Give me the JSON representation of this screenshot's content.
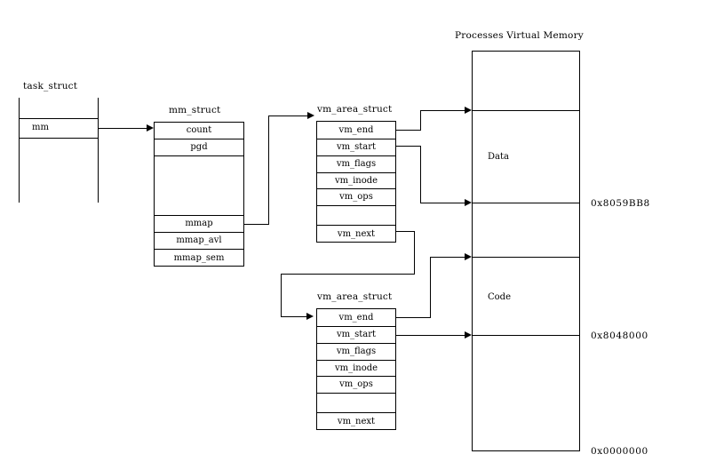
{
  "diagram": {
    "task_struct": {
      "title": "task_struct",
      "fields": [
        "mm"
      ]
    },
    "mm_struct": {
      "title": "mm_struct",
      "fields": [
        "count",
        "pgd",
        "",
        "mmap",
        "mmap_avl",
        "mmap_sem"
      ]
    },
    "vma_first": {
      "title": "vm_area_struct",
      "fields": [
        "vm_end",
        "vm_start",
        "vm_flags",
        "vm_inode",
        "vm_ops",
        "",
        "vm_next"
      ]
    },
    "vma_second": {
      "title": "vm_area_struct",
      "fields": [
        "vm_end",
        "vm_start",
        "vm_flags",
        "vm_inode",
        "vm_ops",
        "",
        "vm_next"
      ]
    },
    "memory": {
      "title": "Processes Virtual Memory",
      "regions": [
        {
          "label": ""
        },
        {
          "label": "Data"
        },
        {
          "label": ""
        },
        {
          "label": "Code"
        },
        {
          "label": ""
        }
      ],
      "addresses": [
        "0x8059BB8",
        "0x8048000",
        "0x0000000"
      ]
    }
  }
}
